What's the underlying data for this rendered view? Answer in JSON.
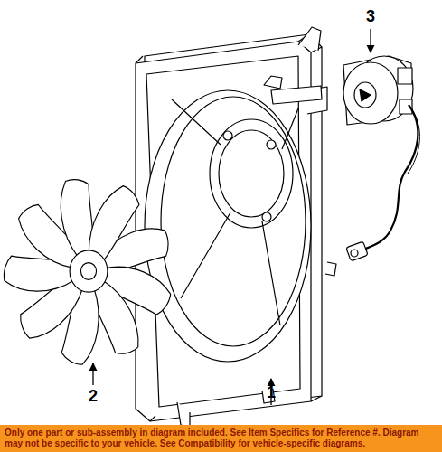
{
  "diagram": {
    "nodes": [
      {
        "text": [
          "Only one part or sub-assembly in diagram included. See Item Specifics for Reference #. Diagram may not be specific to your vehicle. See Compatibility for vehicle-specific diagrams."
        ]
      }
    ],
    "labels": [
      "3",
      "1",
      "2"
    ]
  }
}
